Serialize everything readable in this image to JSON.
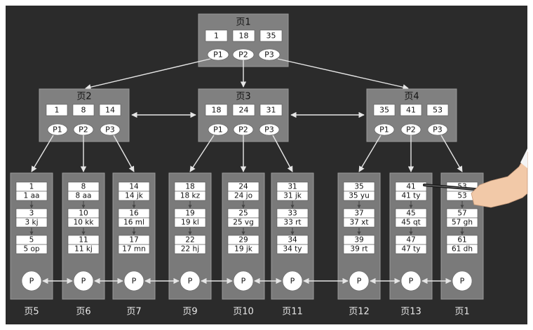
{
  "root": {
    "title": "页1",
    "keys": [
      "1",
      "18",
      "35"
    ],
    "pointers": [
      "P1",
      "P2",
      "P3"
    ]
  },
  "internal": [
    {
      "title": "页2",
      "keys": [
        "1",
        "8",
        "14"
      ],
      "pointers": [
        "P1",
        "P2",
        "P3"
      ]
    },
    {
      "title": "页3",
      "keys": [
        "18",
        "24",
        "31"
      ],
      "pointers": [
        "P1",
        "P2",
        "P3"
      ]
    },
    {
      "title": "页4",
      "keys": [
        "35",
        "41",
        "53"
      ],
      "pointers": [
        "P1",
        "P2",
        "P3"
      ]
    }
  ],
  "leaves": [
    {
      "label": "页5",
      "pointer": "P",
      "records": [
        {
          "key": "1",
          "row": "1 aa"
        },
        {
          "key": "3",
          "row": "3 kj"
        },
        {
          "key": "5",
          "row": "5 op"
        }
      ]
    },
    {
      "label": "页6",
      "pointer": "P",
      "records": [
        {
          "key": "8",
          "row": "8 aa"
        },
        {
          "key": "10",
          "row": "10 kk"
        },
        {
          "key": "11",
          "row": "11 kj"
        }
      ]
    },
    {
      "label": "页7",
      "pointer": "P",
      "records": [
        {
          "key": "14",
          "row": "14 jk"
        },
        {
          "key": "16",
          "row": "16 ml"
        },
        {
          "key": "17",
          "row": "17 mn"
        }
      ]
    },
    {
      "label": "页9",
      "pointer": "P",
      "records": [
        {
          "key": "18",
          "row": "18 kz"
        },
        {
          "key": "19",
          "row": "19 kl"
        },
        {
          "key": "22",
          "row": "22 hj"
        }
      ]
    },
    {
      "label": "页10",
      "pointer": "P",
      "records": [
        {
          "key": "24",
          "row": "24 jo"
        },
        {
          "key": "25",
          "row": "25 vg"
        },
        {
          "key": "29",
          "row": "19 jk"
        }
      ]
    },
    {
      "label": "页11",
      "pointer": "P",
      "records": [
        {
          "key": "31",
          "row": "31 jk"
        },
        {
          "key": "33",
          "row": "33 rt"
        },
        {
          "key": "34",
          "row": "34 ty"
        }
      ]
    },
    {
      "label": "页12",
      "pointer": "P",
      "records": [
        {
          "key": "35",
          "row": "35 yu"
        },
        {
          "key": "37",
          "row": "37 xt"
        },
        {
          "key": "39",
          "row": "39 rt"
        }
      ]
    },
    {
      "label": "页13",
      "pointer": "P",
      "records": [
        {
          "key": "41",
          "row": "41 ty"
        },
        {
          "key": "45",
          "row": "45 qt"
        },
        {
          "key": "47",
          "row": "47 ty"
        }
      ]
    },
    {
      "label": "页1",
      "pointer": "P",
      "records": [
        {
          "key": "53",
          "row": "53"
        },
        {
          "key": "57",
          "row": "57 gh"
        },
        {
          "key": "61",
          "row": "61 dh"
        }
      ]
    }
  ],
  "colors": {
    "board": "#2b2b2b",
    "node": "#808080",
    "arrow": "#e6e6e6",
    "hand": "#f2c9a8"
  }
}
